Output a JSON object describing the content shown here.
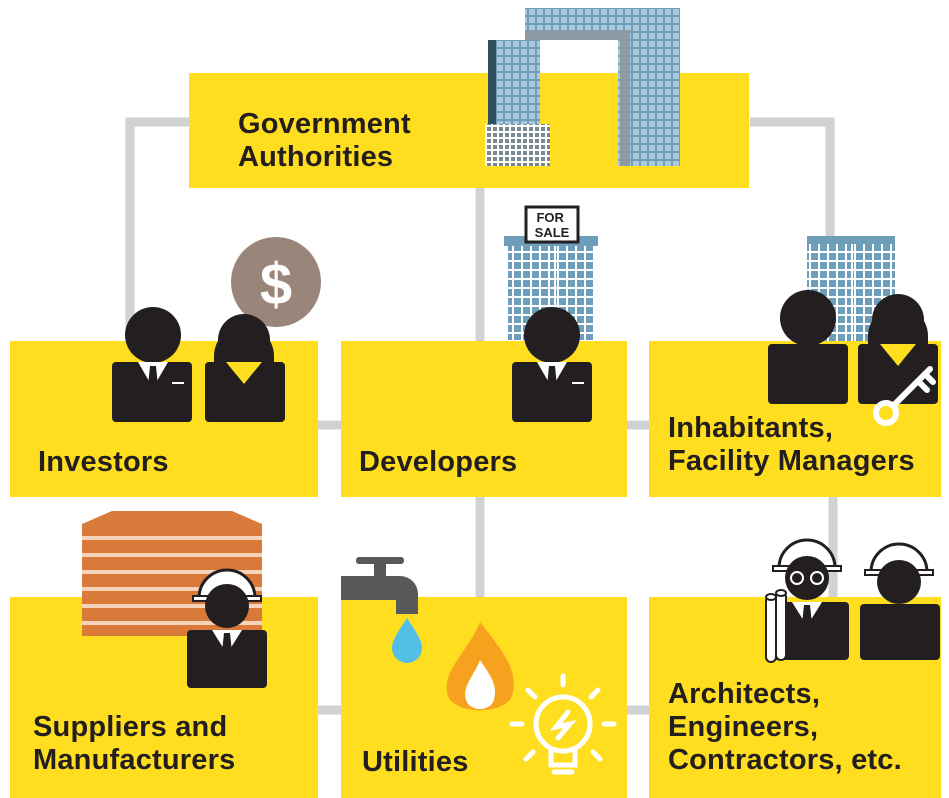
{
  "colors": {
    "box": "#FFDD1F",
    "connector": "#D1D2D4",
    "suit": "#231F20",
    "coin": "#9A857A",
    "brick": "#D9793A",
    "glass": "#6F9EBB",
    "water": "#53BFE6",
    "flame": "#F6A21E",
    "pipe": "#58595B"
  },
  "nodes": {
    "government": {
      "label": "Government\nAuthorities"
    },
    "investors": {
      "label": "Investors"
    },
    "developers": {
      "label": "Developers"
    },
    "inhabitants": {
      "label": "Inhabitants,\nFacility Managers"
    },
    "suppliers": {
      "label": "Suppliers and\nManufacturers"
    },
    "utilities": {
      "label": "Utilities"
    },
    "architects": {
      "label": "Architects,\nEngineers,\nContractors, etc."
    }
  },
  "icons": {
    "government": "government-towers-icon",
    "investors": "dollar-coin-icon",
    "developers": "for-sale-building-icon",
    "inhabitants": "house-key-icon",
    "suppliers": "brick-stack-icon",
    "utilities": [
      "water-tap-icon",
      "flame-icon",
      "light-bulb-icon"
    ],
    "architects": "blueprint-rolls-icon"
  },
  "sign": {
    "text": "FOR\nSALE"
  },
  "coin": {
    "symbol": "$"
  }
}
